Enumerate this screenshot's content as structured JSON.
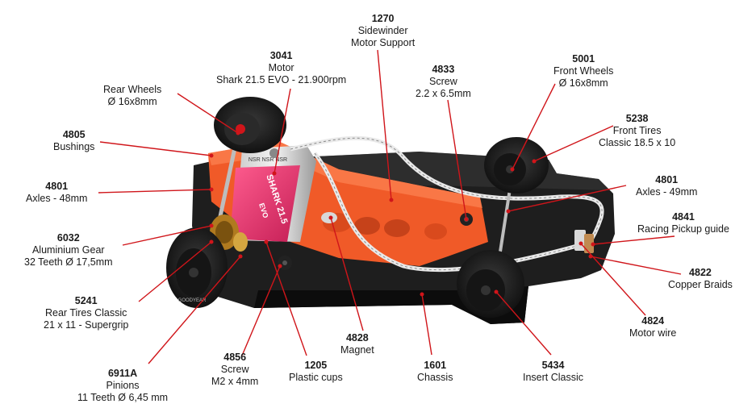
{
  "parts": [
    {
      "id": "rear-wheels",
      "code": "",
      "lines": [
        "Rear Wheels",
        "Ø 16x8mm"
      ]
    },
    {
      "id": "bushings",
      "code": "4805",
      "lines": [
        "Bushings"
      ]
    },
    {
      "id": "axles-48",
      "code": "4801",
      "lines": [
        "Axles - 48mm"
      ]
    },
    {
      "id": "aluminium-gear",
      "code": "6032",
      "lines": [
        "Aluminium Gear",
        "32 Teeth Ø 17,5mm"
      ]
    },
    {
      "id": "rear-tires",
      "code": "5241",
      "lines": [
        "Rear Tires Classic",
        "21 x 11 - Supergrip"
      ]
    },
    {
      "id": "pinions",
      "code": "6911A",
      "lines": [
        "Pinions",
        "11 Teeth Ø 6,45 mm"
      ]
    },
    {
      "id": "screw-m2",
      "code": "4856",
      "lines": [
        "Screw",
        "M2 x 4mm"
      ]
    },
    {
      "id": "plastic-cups",
      "code": "1205",
      "lines": [
        "Plastic cups"
      ]
    },
    {
      "id": "magnet",
      "code": "4828",
      "lines": [
        "Magnet"
      ]
    },
    {
      "id": "chassis",
      "code": "1601",
      "lines": [
        "Chassis"
      ]
    },
    {
      "id": "insert-classic",
      "code": "5434",
      "lines": [
        "Insert Classic"
      ]
    },
    {
      "id": "motor-wire",
      "code": "4824",
      "lines": [
        "Motor wire"
      ]
    },
    {
      "id": "copper-braids",
      "code": "4822",
      "lines": [
        "Copper Braids"
      ]
    },
    {
      "id": "pickup-guide",
      "code": "4841",
      "lines": [
        "Racing Pickup guide"
      ]
    },
    {
      "id": "axles-49",
      "code": "4801",
      "lines": [
        "Axles - 49mm"
      ]
    },
    {
      "id": "front-tires",
      "code": "5238",
      "lines": [
        "Front Tires",
        "Classic 18.5 x 10"
      ]
    },
    {
      "id": "front-wheels",
      "code": "5001",
      "lines": [
        "Front Wheels",
        "Ø 16x8mm"
      ]
    },
    {
      "id": "screw-2x6",
      "code": "4833",
      "lines": [
        "Screw",
        "2.2 x 6.5mm"
      ]
    },
    {
      "id": "motor-support",
      "code": "1270",
      "lines": [
        "Sidewinder",
        "Motor Support"
      ]
    },
    {
      "id": "motor",
      "code": "3041",
      "lines": [
        "Motor",
        "Shark 21.5 EVO - 21.900rpm"
      ]
    }
  ],
  "motor_can": {
    "brand_text": "SHARK 21.5",
    "sub_text": "EVO",
    "band_text": "NSR NSR NSR"
  },
  "tire_text": "GOODYEAR",
  "colors": {
    "leader": "#d0151a",
    "motor_pink": "#e6336b",
    "support": "#f05a28",
    "chassis": "#1e1e1e"
  }
}
